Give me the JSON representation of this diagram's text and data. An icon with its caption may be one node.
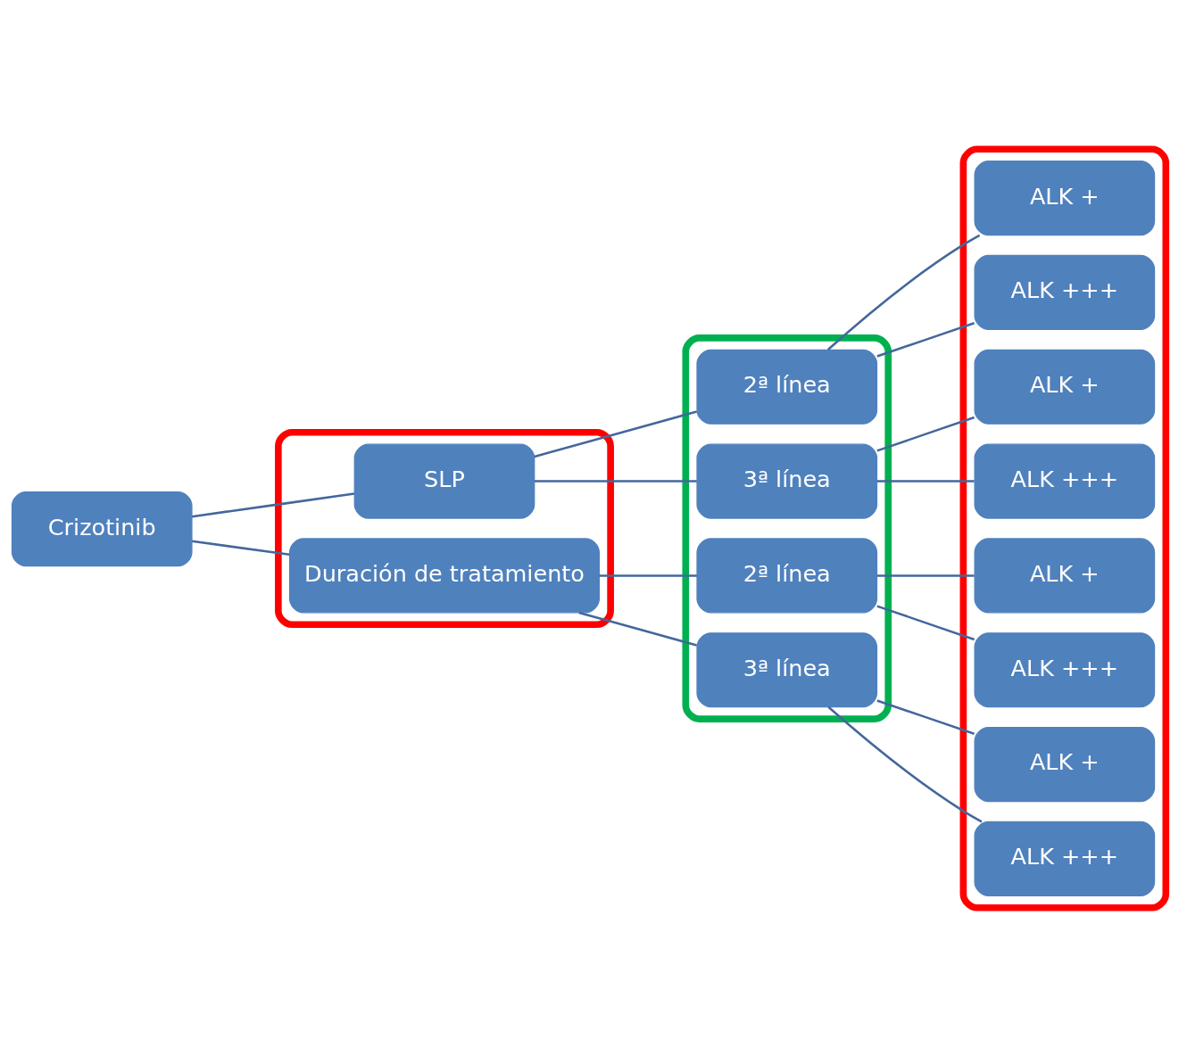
{
  "diagram": {
    "nodes": [
      {
        "text": [
          "Crizotinib"
        ]
      },
      {
        "text": [],
        "shape": "box"
      },
      {
        "text": [
          "SLP"
        ],
        "in": 1
      },
      {
        "text": [
          "Duración de tratamiento"
        ],
        "in": 1
      },
      {
        "text": [],
        "shape": "box"
      },
      {
        "text": [
          "2ª línea"
        ],
        "in": 4
      },
      {
        "text": [
          "3ª línea"
        ],
        "in": 4
      },
      {
        "text": [
          "2ª línea"
        ],
        "in": 4
      },
      {
        "text": [
          "3ª línea"
        ],
        "in": 4
      },
      {
        "text": [],
        "shape": "box"
      },
      {
        "text": [
          "ALK +"
        ],
        "in": 9
      },
      {
        "text": [
          "ALK +++"
        ],
        "in": 9
      },
      {
        "text": [
          "ALK +"
        ],
        "in": 9
      },
      {
        "text": [
          "ALK +++"
        ],
        "in": 9
      },
      {
        "text": [
          "ALK +"
        ],
        "in": 9
      },
      {
        "text": [
          "ALK +++"
        ],
        "in": 9
      },
      {
        "text": [
          "ALK +"
        ],
        "in": 9
      },
      {
        "text": [
          "ALK +++"
        ],
        "in": 9
      }
    ],
    "edges": [
      {
        "from": 0,
        "to": 2,
        "arrow": "none"
      },
      {
        "from": 0,
        "to": 3,
        "arrow": "none"
      },
      {
        "from": 2,
        "to": 5,
        "arrow": "none"
      },
      {
        "from": 2,
        "to": 6,
        "arrow": "none"
      },
      {
        "from": 3,
        "to": 7,
        "arrow": "none"
      },
      {
        "from": 3,
        "to": 8,
        "arrow": "none"
      },
      {
        "from": 5,
        "to": 10,
        "arrow": "none"
      },
      {
        "from": 5,
        "to": 11,
        "arrow": "none"
      },
      {
        "from": 6,
        "to": 12,
        "arrow": "none"
      },
      {
        "from": 6,
        "to": 13,
        "arrow": "none"
      },
      {
        "from": 7,
        "to": 14,
        "arrow": "none"
      },
      {
        "from": 7,
        "to": 15,
        "arrow": "none"
      },
      {
        "from": 8,
        "to": 16,
        "arrow": "none"
      },
      {
        "from": 8,
        "to": 17,
        "arrow": "none"
      }
    ]
  }
}
